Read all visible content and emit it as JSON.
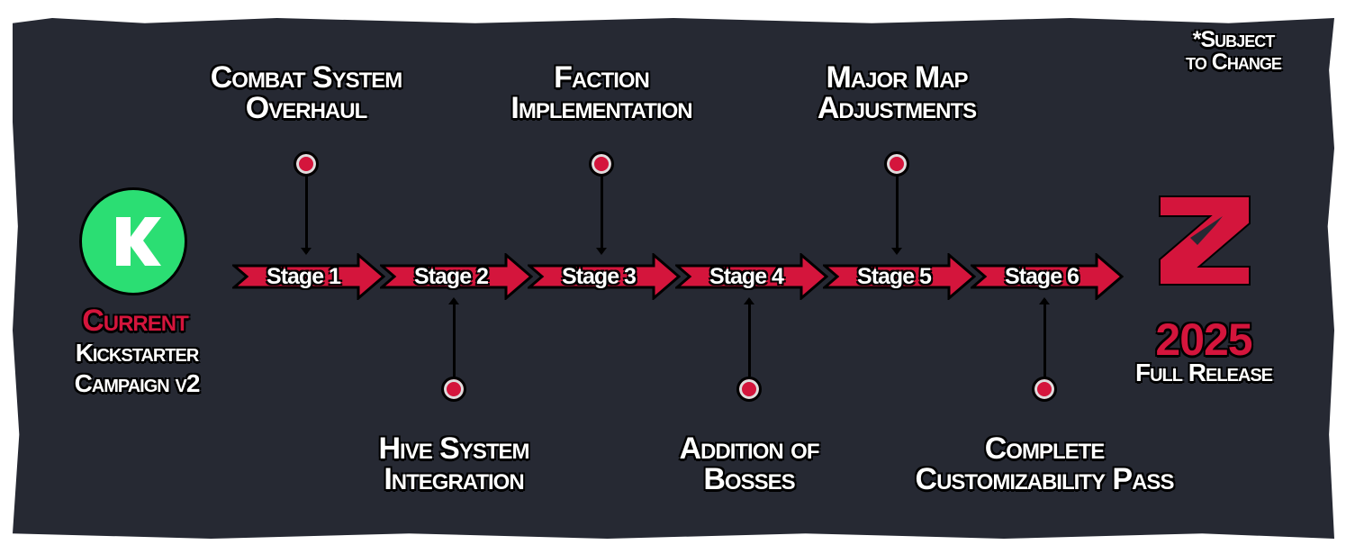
{
  "note": "*Subject\nto Change",
  "current": {
    "title": "Current",
    "line1": "Kickstarter",
    "line2": "Campaign v2"
  },
  "stages": [
    {
      "label": "Stage 1",
      "milestone": [
        "Combat System",
        "Overhaul"
      ],
      "side": "top"
    },
    {
      "label": "Stage 2",
      "milestone": [
        "Hive System",
        "Integration"
      ],
      "side": "bottom"
    },
    {
      "label": "Stage 3",
      "milestone": [
        "Faction",
        "Implementation"
      ],
      "side": "top"
    },
    {
      "label": "Stage 4",
      "milestone": [
        "Addition of",
        "Bosses"
      ],
      "side": "bottom"
    },
    {
      "label": "Stage 5",
      "milestone": [
        "Major Map",
        "Adjustments"
      ],
      "side": "top"
    },
    {
      "label": "Stage 6",
      "milestone": [
        "Complete",
        "Customizability Pass"
      ],
      "side": "bottom"
    }
  ],
  "release": {
    "year": "2025",
    "label": "Full Release"
  },
  "colors": {
    "accent": "#d4153c",
    "kickstarter": "#2bde73",
    "background": "#262933"
  }
}
